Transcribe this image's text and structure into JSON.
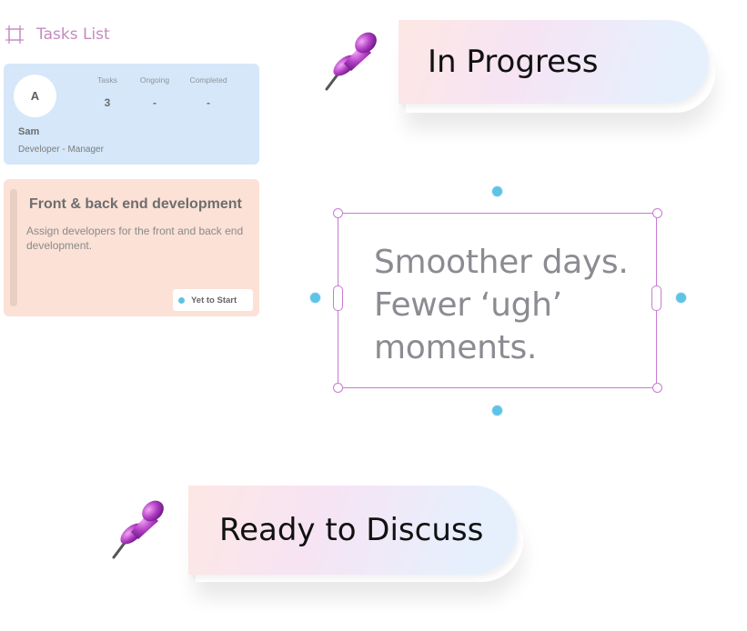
{
  "tasks_list": {
    "title": "Tasks List",
    "icon": "grid-frame-icon",
    "accent_color": "#c58ac0"
  },
  "user_card": {
    "avatar_initial": "A",
    "name": "Sam",
    "role": "Developer - Manager",
    "stats": [
      {
        "label": "Tasks",
        "value": "3"
      },
      {
        "label": "Ongoing",
        "value": "-"
      },
      {
        "label": "Completed",
        "value": "-"
      }
    ],
    "background": "#d3e6f9"
  },
  "task_card": {
    "title": "Front & back end development",
    "description": "Assign developers for the front and back end development.",
    "status": "Yet to Start",
    "status_dot_color": "#5fc3e6",
    "background": "#fbe1d6"
  },
  "stages": [
    {
      "label": "In Progress",
      "icon": "pushpin-icon"
    },
    {
      "label": "Ready to Discuss",
      "icon": "pushpin-icon"
    }
  ],
  "text_box": {
    "lines": [
      "Smoother days.",
      "Fewer ‘ugh’",
      "moments."
    ],
    "frame_color": "#c97ad3",
    "handle_color": "#5fc3e6"
  }
}
